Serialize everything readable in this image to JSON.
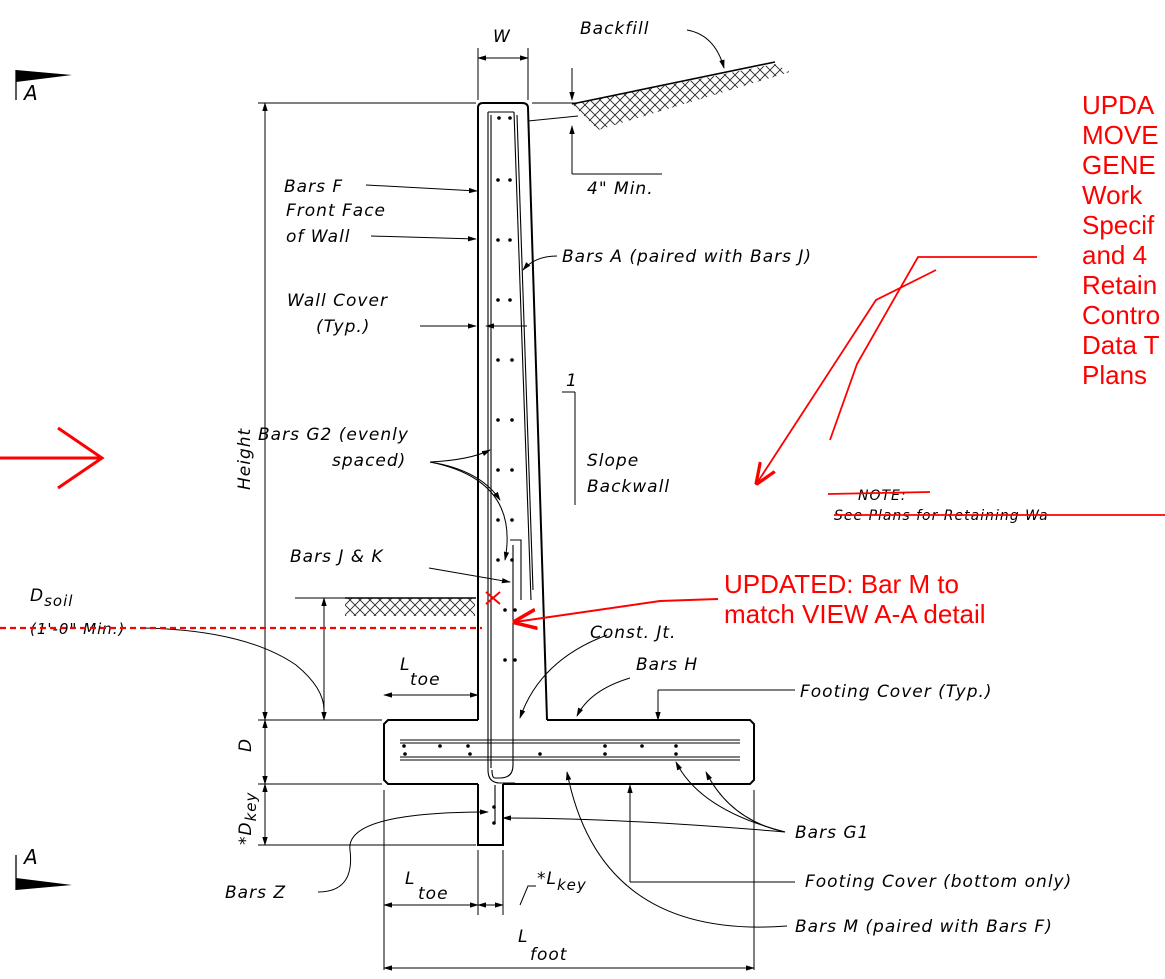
{
  "colors": {
    "ink": "#000000",
    "markup": "#ff0000"
  },
  "section": {
    "top_label": "A",
    "bottom_label": "A"
  },
  "dims": {
    "w": "W",
    "height": "Height",
    "d": "D",
    "d_key_prefix": "*D",
    "d_key_sub": "key",
    "d_soil": "D",
    "d_soil_sub": "soil",
    "d_soil_min": "(1'-0\" Min.)",
    "l_toe_top": "L",
    "l_toe_top_sub": "toe",
    "l_toe_bottom": "L",
    "l_toe_bottom_sub": "toe",
    "l_key_prefix": "*L",
    "l_key_sub": "key",
    "l_foot": "L",
    "l_foot_sub": "foot",
    "four_in_min": "4\" Min.",
    "slope_value": "1"
  },
  "labels": {
    "backfill": "Backfill",
    "bars_f": "Bars F",
    "front_face_1": "Front Face",
    "front_face_2": "of Wall",
    "bars_a": "Bars A (paired with Bars J)",
    "wall_cover_1": "Wall Cover",
    "wall_cover_2": "(Typ.)",
    "bars_g2_1": "Bars G2 (evenly",
    "bars_g2_2": "spaced)",
    "slope_1": "Slope",
    "slope_2": "Backwall",
    "bars_jk": "Bars J & K",
    "const_jt": "Const. Jt.",
    "bars_h": "Bars H",
    "footing_cover": "Footing Cover (Typ.)",
    "bars_g1": "Bars G1",
    "footing_cover_bottom": "Footing Cover (bottom only)",
    "bars_z": "Bars Z",
    "bars_m": "Bars M (paired with Bars F)"
  },
  "markup": {
    "updated_bar_m_1": "UPDATED: Bar M to",
    "updated_bar_m_2": "match VIEW A-A detail",
    "side_note": [
      "UPDA",
      "MOVE",
      "GENE",
      "Work",
      "Specif",
      "and 4",
      "Retain",
      "Contro",
      "Data T",
      "Plans"
    ],
    "note_title": "NOTE:",
    "note_text": "See Plans for Retaining Wa"
  }
}
